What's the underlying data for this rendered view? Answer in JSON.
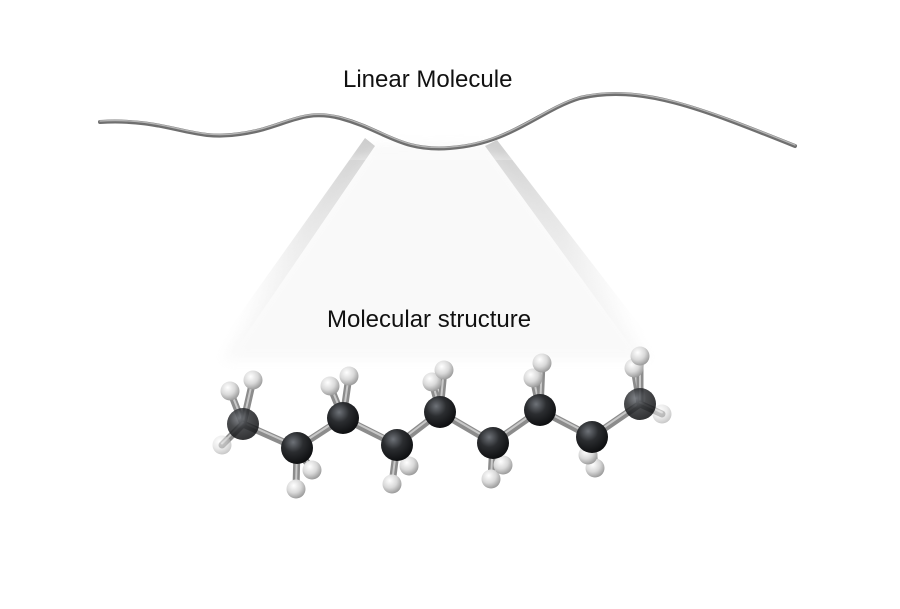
{
  "labels": {
    "top": "Linear Molecule",
    "middle": "Molecular structure"
  },
  "molecule": {
    "carbon_count": 9,
    "hydrogen_count": 20,
    "colors": {
      "carbon": "#2b2d30",
      "hydrogen": "#d9d9d9",
      "bond": "#8c8c8c",
      "chain": "#8a8a8a"
    }
  }
}
